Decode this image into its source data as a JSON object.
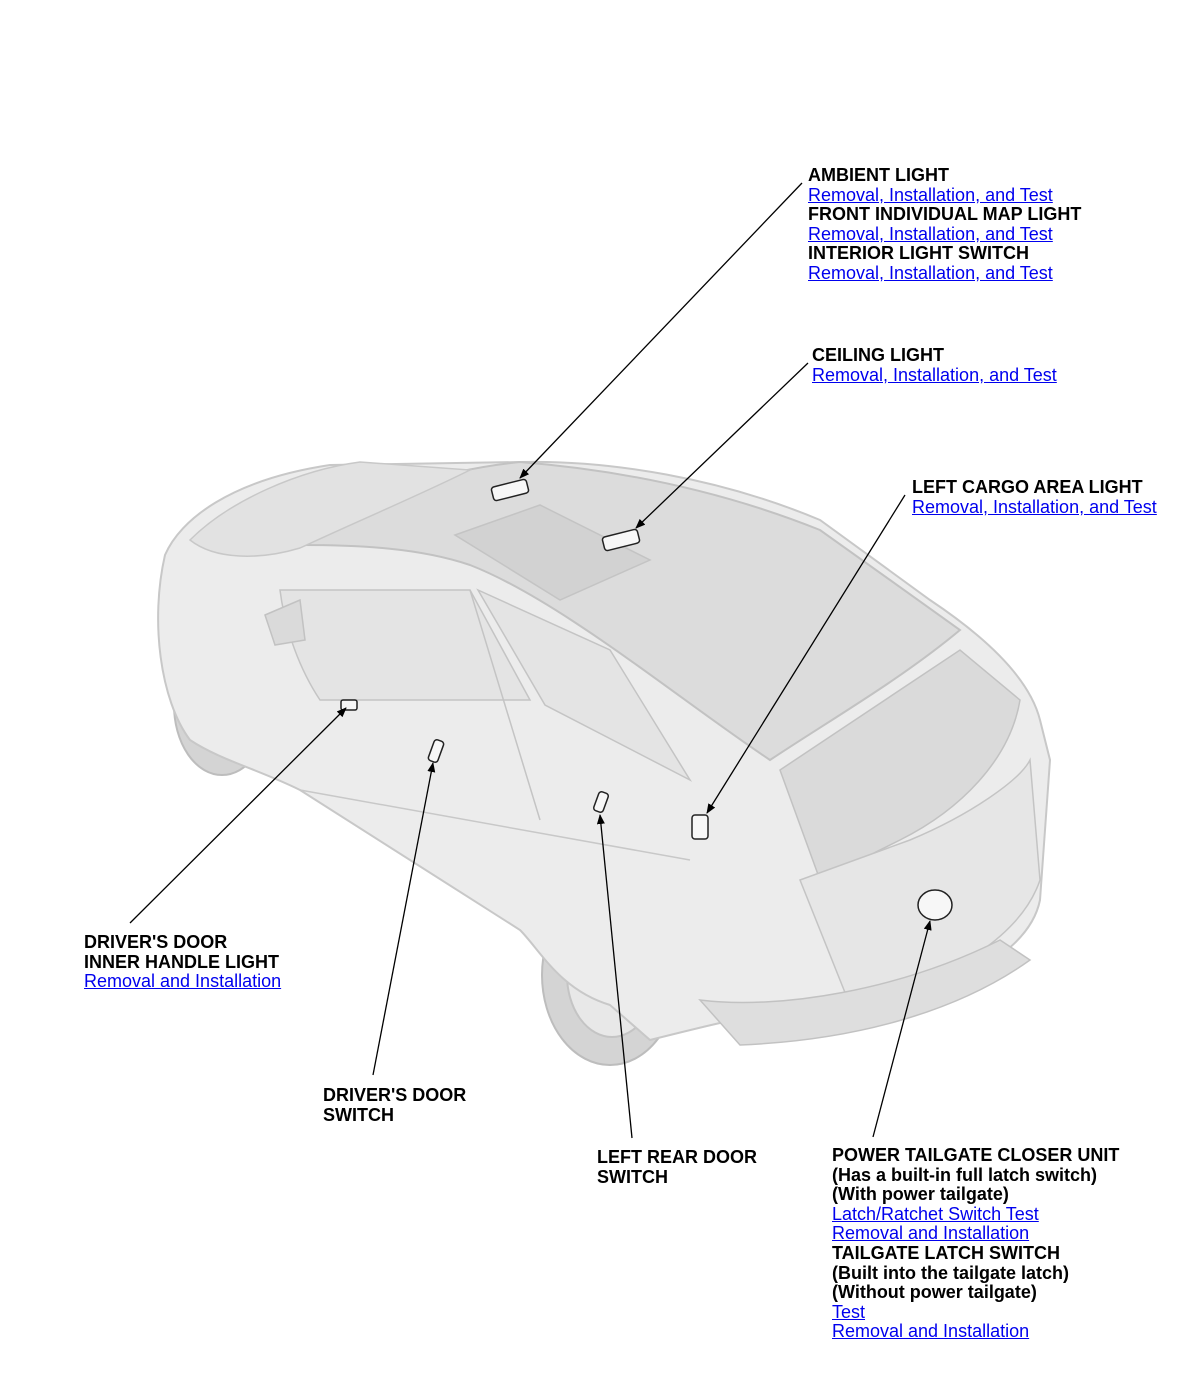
{
  "colors": {
    "link": "#0000ee",
    "text": "#000000",
    "vehicle_body": "#e6e6e6",
    "vehicle_outline": "#c8c8c8",
    "leader_line": "#000000"
  },
  "vehicle": {
    "icon": "suv-vehicle-illustration"
  },
  "callouts": {
    "ambient_light": {
      "title": "AMBIENT LIGHT",
      "link": "Removal, Installation, and Test"
    },
    "front_map_light": {
      "title": "FRONT INDIVIDUAL MAP LIGHT",
      "link": "Removal, Installation, and Test"
    },
    "interior_light_switch": {
      "title": "INTERIOR LIGHT SWITCH",
      "link": "Removal, Installation, and Test"
    },
    "ceiling_light": {
      "title": "CEILING LIGHT",
      "link": "Removal, Installation, and Test"
    },
    "left_cargo_light": {
      "title": "LEFT CARGO AREA LIGHT",
      "link": "Removal, Installation, and Test"
    },
    "drivers_inner_handle_light": {
      "title_line1": "DRIVER'S DOOR",
      "title_line2": "INNER HANDLE LIGHT",
      "link": "Removal and Installation"
    },
    "drivers_door_switch": {
      "title_line1": "DRIVER'S DOOR",
      "title_line2": "SWITCH"
    },
    "left_rear_door_switch": {
      "title_line1": "LEFT REAR DOOR",
      "title_line2": "SWITCH"
    },
    "power_tailgate_closer": {
      "title": "POWER TAILGATE CLOSER UNIT",
      "note1": "(Has a built-in full latch switch)",
      "note2": "(With power tailgate)",
      "link1": "Latch/Ratchet Switch Test",
      "link2": "Removal and Installation"
    },
    "tailgate_latch_switch": {
      "title": "TAILGATE LATCH SWITCH",
      "note1": "(Built into the tailgate latch)",
      "note2": "(Without power tailgate)",
      "link1": "Test",
      "link2": "Removal and Installation"
    }
  }
}
